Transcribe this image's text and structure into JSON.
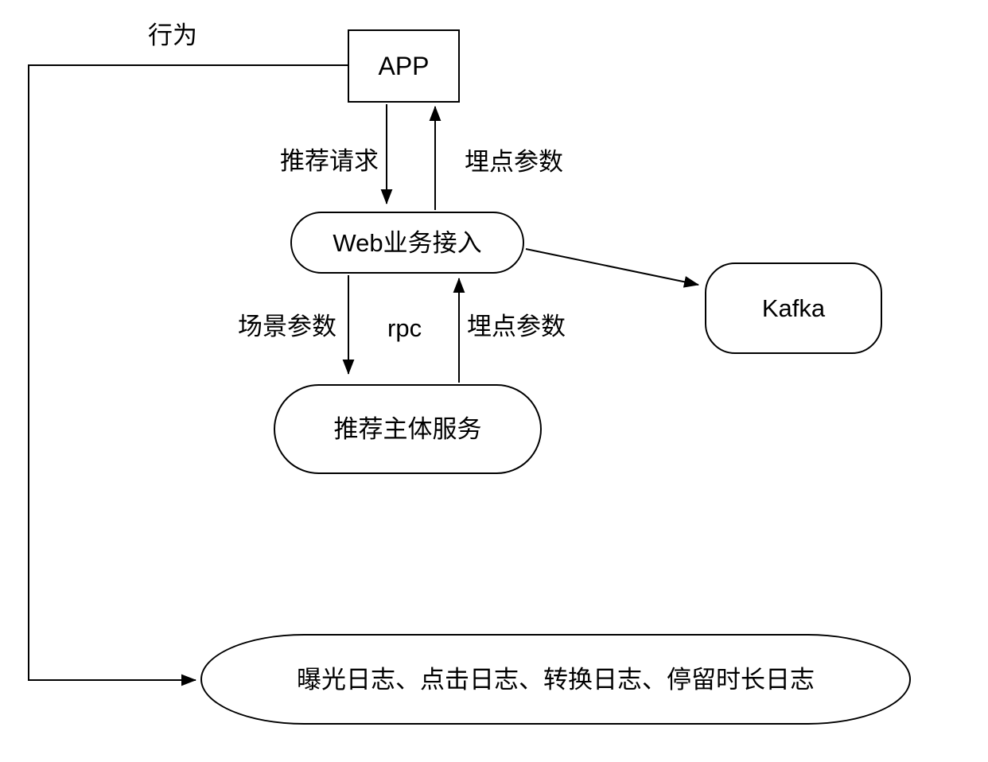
{
  "diagram": {
    "title": "recommendation-tracking-data-flow",
    "colors": {
      "background": "#ffffff",
      "stroke": "#000000",
      "text": "#000000"
    },
    "nodes": {
      "app": {
        "label": "APP",
        "shape": "rectangle"
      },
      "web_access": {
        "label": "Web业务接入",
        "shape": "pill"
      },
      "kafka": {
        "label": "Kafka",
        "shape": "rounded-rectangle"
      },
      "recommend_service": {
        "label": "推荐主体服务",
        "shape": "pill"
      },
      "logs": {
        "label": "曝光日志、点击日志、转换日志、停留时长日志",
        "shape": "ellipse"
      }
    },
    "edges": {
      "behavior": {
        "label": "行为",
        "from": "APP",
        "to": "logs"
      },
      "recommend_request": {
        "label": "推荐请求",
        "from": "APP",
        "to": "Web业务接入"
      },
      "tracking_params_top": {
        "label": "埋点参数",
        "from": "Web业务接入",
        "to": "APP"
      },
      "scene_params": {
        "label": "场景参数",
        "from": "Web业务接入",
        "to": "推荐主体服务"
      },
      "rpc": {
        "label": "rpc",
        "from": "Web业务接入",
        "to": "推荐主体服务"
      },
      "tracking_params_mid": {
        "label": "埋点参数",
        "from": "推荐主体服务",
        "to": "Web业务接入"
      },
      "web_to_kafka": {
        "label": "",
        "from": "Web业务接入",
        "to": "Kafka"
      }
    }
  }
}
